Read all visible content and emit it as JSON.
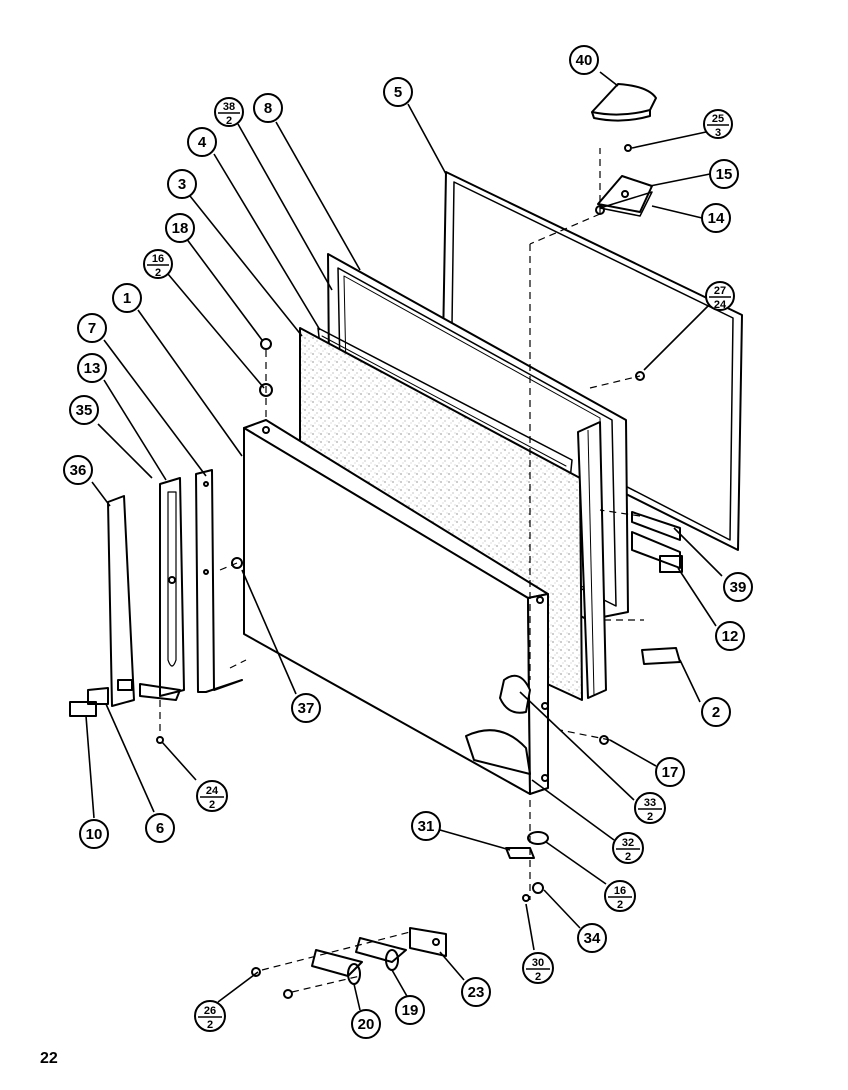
{
  "page_number": "22",
  "callouts": [
    {
      "id": "c40",
      "text": "40"
    },
    {
      "id": "c5",
      "text": "5"
    },
    {
      "id": "c8",
      "text": "8"
    },
    {
      "id": "c38",
      "num": "38",
      "den": "2"
    },
    {
      "id": "c4",
      "text": "4"
    },
    {
      "id": "c25",
      "num": "25",
      "den": "3"
    },
    {
      "id": "c15",
      "text": "15"
    },
    {
      "id": "c14",
      "text": "14"
    },
    {
      "id": "c3",
      "text": "3"
    },
    {
      "id": "c18",
      "text": "18"
    },
    {
      "id": "c16a",
      "num": "16",
      "den": "2"
    },
    {
      "id": "c27",
      "num": "27",
      "den": "24"
    },
    {
      "id": "c1",
      "text": "1"
    },
    {
      "id": "c7",
      "text": "7"
    },
    {
      "id": "c13",
      "text": "13"
    },
    {
      "id": "c35",
      "text": "35"
    },
    {
      "id": "c36",
      "text": "36"
    },
    {
      "id": "c39",
      "text": "39"
    },
    {
      "id": "c12",
      "text": "12"
    },
    {
      "id": "c37",
      "text": "37"
    },
    {
      "id": "c2",
      "text": "2"
    },
    {
      "id": "c17",
      "text": "17"
    },
    {
      "id": "c24",
      "num": "24",
      "den": "2"
    },
    {
      "id": "c33",
      "num": "33",
      "den": "2"
    },
    {
      "id": "c10",
      "text": "10"
    },
    {
      "id": "c6",
      "text": "6"
    },
    {
      "id": "c32",
      "num": "32",
      "den": "2"
    },
    {
      "id": "c31",
      "text": "31"
    },
    {
      "id": "c16b",
      "num": "16",
      "den": "2"
    },
    {
      "id": "c34",
      "text": "34"
    },
    {
      "id": "c30",
      "num": "30",
      "den": "2"
    },
    {
      "id": "c23",
      "text": "23"
    },
    {
      "id": "c26",
      "num": "26",
      "den": "2"
    },
    {
      "id": "c20",
      "text": "20"
    },
    {
      "id": "c19",
      "text": "19"
    }
  ]
}
